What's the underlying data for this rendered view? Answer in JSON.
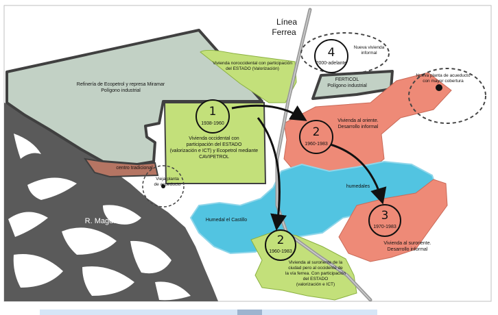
{
  "labels": {
    "linea_line1": "Línea",
    "linea_line2": "Ferrea",
    "river": "R. Magd.",
    "refineria_line1": "Refinería de Ecopetrol y represa Miramar",
    "refineria_line2": "Polígono industrial",
    "fertcol_line1": "FERTICOL",
    "fertcol_line2": "Polígono industrial",
    "centro": "centro tradicional",
    "vieja_line1": "Vieja planta",
    "vieja_line2": "de acueducto",
    "nueva_planta_line1": "Nueva planta de acueducto",
    "nueva_planta_line2": "con mayor cobertura",
    "noroccidental_line1": "Vivienda noroccidental con participación",
    "noroccidental_line2": "del ESTADO (Valorización)",
    "occidental_line1": "Vivienda occidental con",
    "occidental_line2": "participación del ESTADO",
    "occidental_line3": "(valorización e ICT) y Ecopetrol mediante",
    "occidental_line4": "CAVIPETROL",
    "oriente_line1": "Vivienda al oriente.",
    "oriente_line2": "Desarrollo informal",
    "humedales": "humedales",
    "humedal_castillo": "Humedal el Castillo",
    "suroriente_line1": "Vivienda al suroriente.",
    "suroriente_line2": "Desarrollo informal",
    "suroccidente_line1": "Vivienda al suroriente de la",
    "suroccidente_line2": "ciudad pero al occidente de",
    "suroccidente_line3": "la vía ferrea. Con participación",
    "suroccidente_line4": "del ESTADO",
    "suroccidente_line5": "(valorización e ICT)",
    "nueva_vivienda_line1": "Nueva vivienda",
    "nueva_vivienda_line2": "informal"
  },
  "phases": [
    {
      "number": "1",
      "period": "1938-1960"
    },
    {
      "number": "2",
      "period": "1960-1983"
    },
    {
      "number": "3",
      "period": "1970-1983"
    },
    {
      "number": "2",
      "period": "1960-1983"
    },
    {
      "number": "4",
      "period": "2000-adelante"
    }
  ],
  "colors": {
    "industrial": "#c2d1c5",
    "industrial_outline": "#404040",
    "state_housing": "#c3e07a",
    "informal_housing": "#ee8a77",
    "wetland": "#52c4e1",
    "river": "#595959",
    "centro": "#b57563"
  }
}
